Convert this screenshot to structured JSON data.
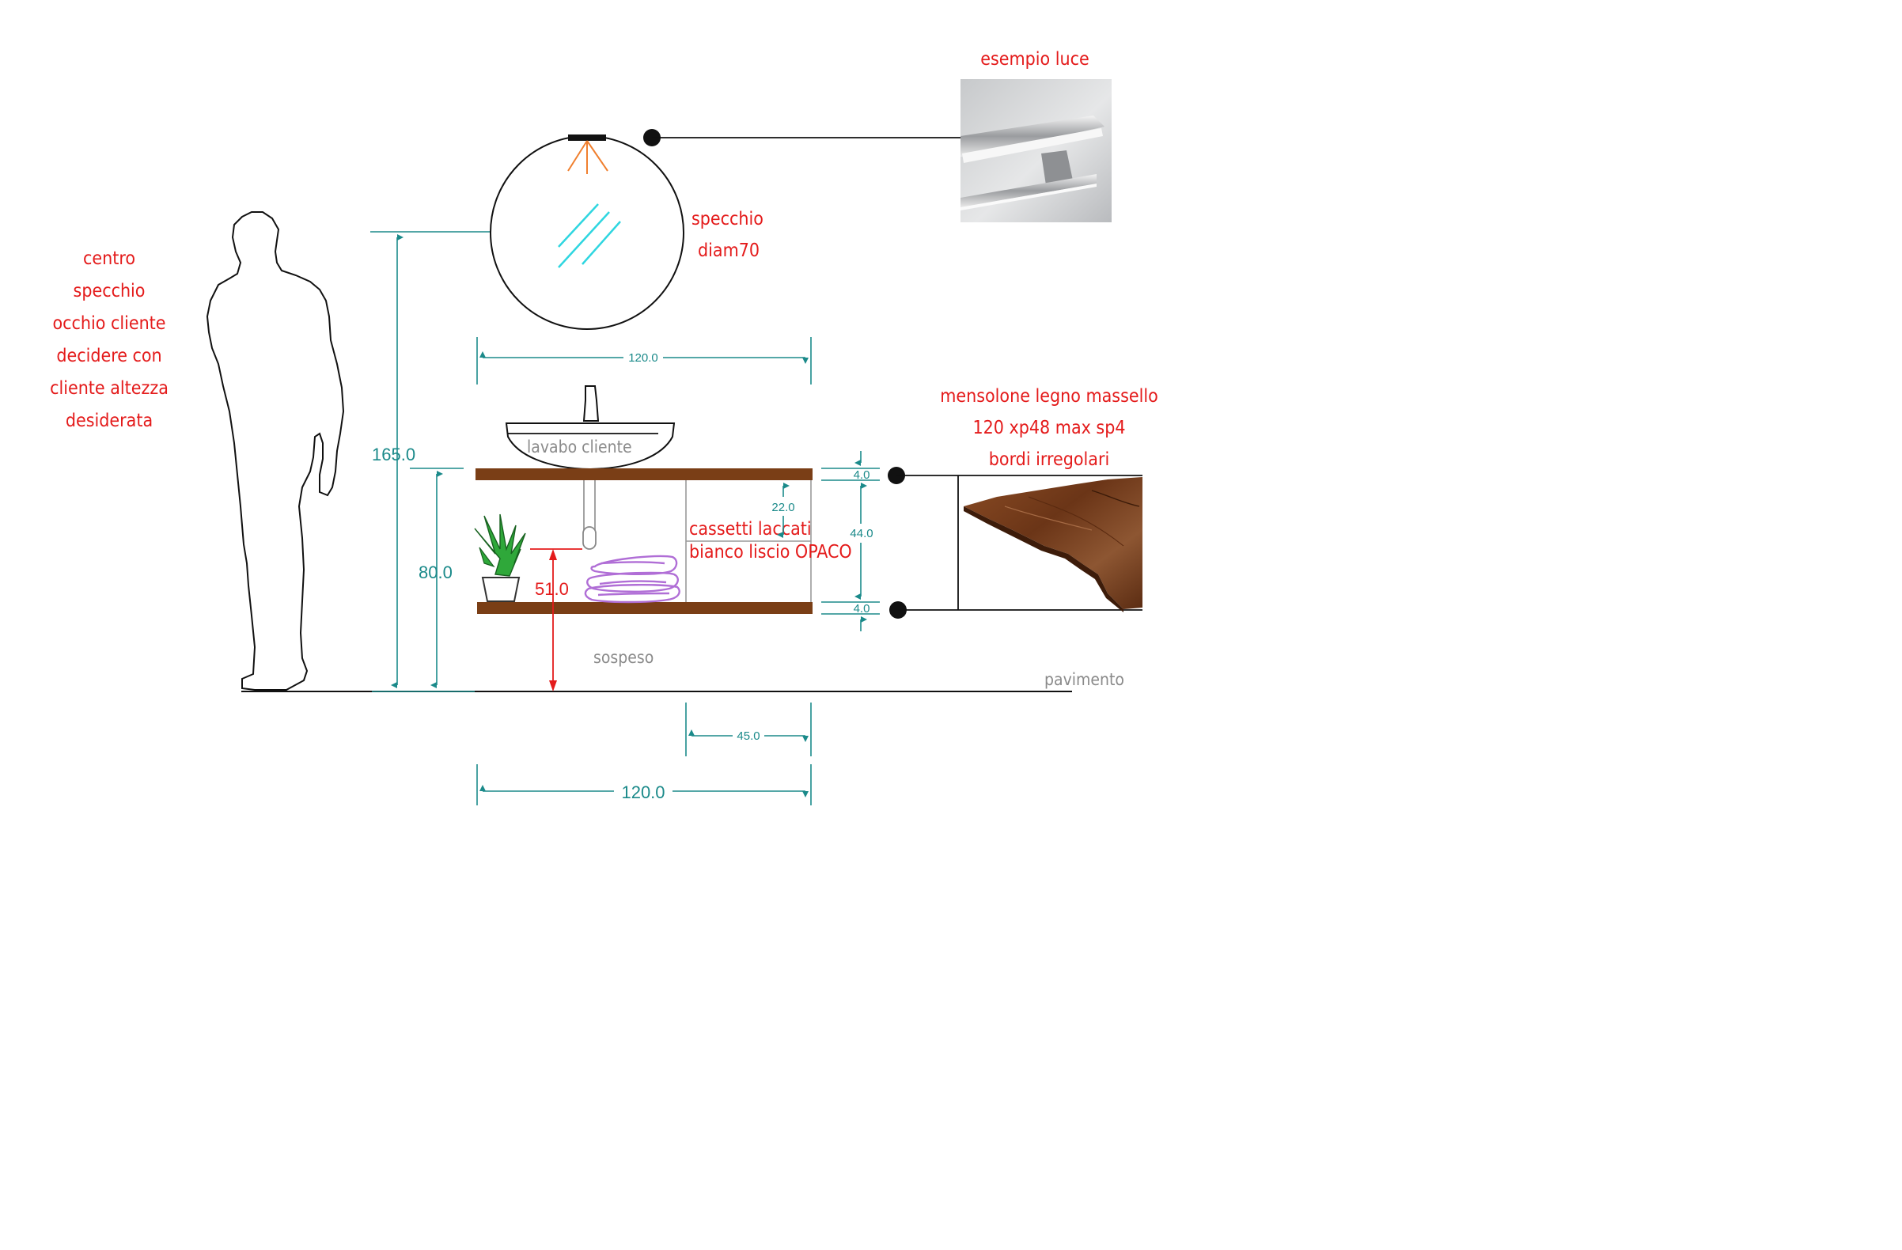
{
  "colors": {
    "annotation_red": "#e41b1b",
    "dimension_teal": "#1b8a8a",
    "wood_shelf": "#7a3e16",
    "grey_label": "#8a8a8a"
  },
  "labels": {
    "light_example": "esempio luce",
    "mirror_line1": "specchio",
    "mirror_line2": "diam70",
    "mirror_center_note": [
      "centro",
      "specchio",
      "occhio cliente",
      "decidere con",
      "cliente altezza",
      "desiderata"
    ],
    "shelf_note": [
      "mensolone legno massello",
      "120 xp48 max sp4",
      "bordi irregolari"
    ],
    "basin": "lavabo cliente",
    "drawers_line1": "cassetti laccati",
    "drawers_line2": "bianco liscio OPACO",
    "suspended": "sospeso",
    "floor": "pavimento"
  },
  "dimensions": {
    "mirror_width": "120.0",
    "mirror_center_height": "165.0",
    "top_height": "80.0",
    "drain_height": "51.0",
    "drawer_height": "22.0",
    "shelf_thickness_top": "4.0",
    "shelf_gap": "44.0",
    "shelf_thickness_bottom": "4.0",
    "drawer_depth": "45.0",
    "total_width": "120.0"
  },
  "icons": [
    "human-silhouette-icon",
    "round-mirror-icon",
    "vessel-sink-icon",
    "potted-plant-icon",
    "rolled-towels-icon",
    "led-light-photo",
    "wood-slab-photo"
  ]
}
